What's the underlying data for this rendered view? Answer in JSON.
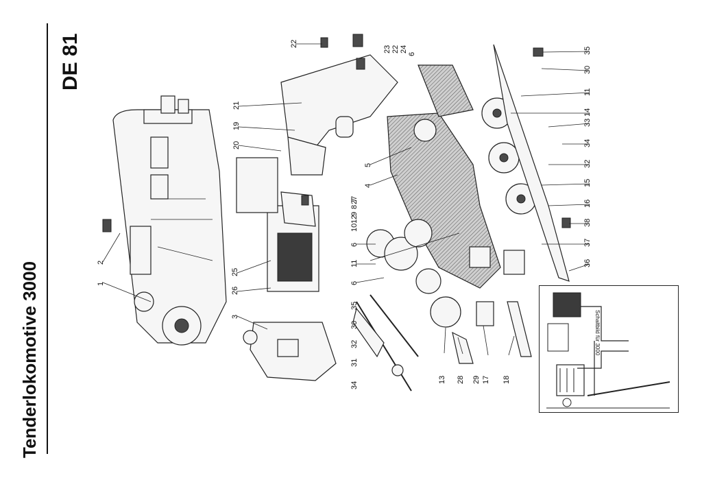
{
  "title": "Tenderlokomotive 3000",
  "code": "DE 81",
  "inset_caption": "Schaltbild für 3000",
  "labels": {
    "n1": "1",
    "n2": "2",
    "n3": "3",
    "n4": "4",
    "n5": "5",
    "n6a": "6",
    "n6b": "6",
    "n6c": "6",
    "n7": "7",
    "n8": "8",
    "n9": "9",
    "n10": "10",
    "n11a": "11",
    "n11b": "11",
    "n12": "12",
    "n13": "13",
    "n14": "14",
    "n15": "15",
    "n16": "16",
    "n17": "17",
    "n18": "18",
    "n19": "19",
    "n20": "20",
    "n21": "21",
    "n22a": "22",
    "n22b": "22",
    "n23": "23",
    "n24": "24",
    "n25": "25",
    "n26": "26",
    "n27": "27",
    "n28": "28",
    "n29": "29",
    "n30a": "30",
    "n30b": "30",
    "n31": "31",
    "n32a": "32",
    "n32b": "32",
    "n33": "33",
    "n34a": "34",
    "n34b": "34",
    "n35a": "35",
    "n35b": "35",
    "n36": "36",
    "n37": "37",
    "n38": "38"
  }
}
